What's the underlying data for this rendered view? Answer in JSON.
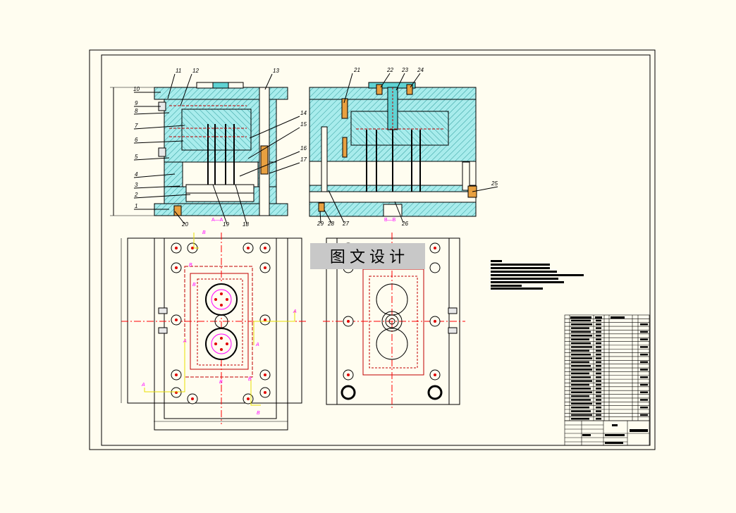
{
  "drawing": {
    "watermark": "图 文 设 计",
    "colors": {
      "paper": "#fffdf0",
      "line": "#000000",
      "hatch_fill": "#a8ecec",
      "hatch_line": "#2f9c9c",
      "center": "#ff0000",
      "parting": "#c00000",
      "runner": "#ff00ff",
      "dim_yellow": "#e8e000",
      "watermark_bg": "#c8c8c8"
    },
    "views": {
      "left_section": "A—A",
      "right_section": "B—B"
    },
    "callouts_left": [
      "1",
      "2",
      "3",
      "4",
      "5",
      "6",
      "7",
      "8",
      "9",
      "10",
      "11",
      "12",
      "13",
      "14",
      "15",
      "16",
      "17",
      "18",
      "19",
      "20"
    ],
    "callouts_right": [
      "21",
      "22",
      "23",
      "24",
      "25",
      "26",
      "27",
      "28",
      "29"
    ],
    "section_markers": [
      "A",
      "A",
      "A",
      "A",
      "B",
      "B",
      "B",
      "B",
      "B",
      "B"
    ]
  }
}
